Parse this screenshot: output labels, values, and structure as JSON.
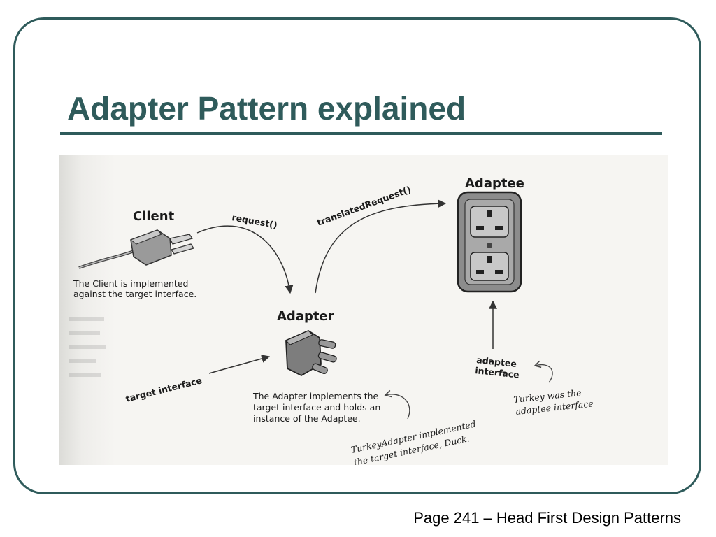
{
  "slide": {
    "title": "Adapter Pattern explained",
    "footer": "Page 241 – Head First Design Patterns"
  },
  "diagram": {
    "client": {
      "heading": "Client",
      "note_line1": "The Client is implemented",
      "note_line2": "against the target interface."
    },
    "adapter": {
      "heading": "Adapter",
      "note_line1": "The Adapter implements the",
      "note_line2": "target interface and holds an",
      "note_line3": "instance of the Adaptee."
    },
    "adaptee": {
      "heading": "Adaptee"
    },
    "arrows": {
      "request": "request()",
      "translated": "translatedRequest()",
      "target_interface": "target interface",
      "adaptee_interface_line1": "adaptee",
      "adaptee_interface_line2": "interface"
    },
    "handwritten": {
      "turkey_adapter_line1": "TurkeyAdapter implemented",
      "turkey_adapter_line2": "the target interface, Duck.",
      "turkey_line1": "Turkey was the",
      "turkey_line2": "adaptee interface"
    }
  }
}
